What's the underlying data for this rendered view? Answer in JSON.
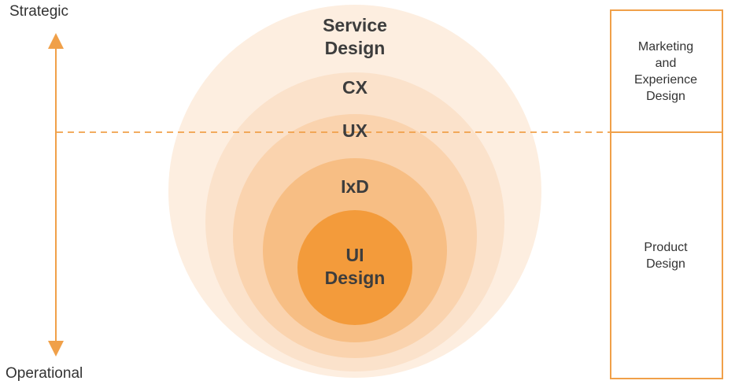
{
  "axis": {
    "top_label": "Strategic",
    "bottom_label": "Operational"
  },
  "circles": {
    "service_design": "Service\nDesign",
    "cx": "CX",
    "ux": "UX",
    "ixd": "IxD",
    "ui_design": "UI\nDesign"
  },
  "side_boxes": {
    "upper": "Marketing\nand\nExperience\nDesign",
    "lower": "Product\nDesign"
  },
  "colors": {
    "accent": "#f0a049",
    "ring_1": "#fdeee0",
    "ring_2": "#fbe0c6",
    "ring_3": "#f9cfa4",
    "ring_4": "#f6b97a",
    "ring_5": "#f29a38"
  }
}
